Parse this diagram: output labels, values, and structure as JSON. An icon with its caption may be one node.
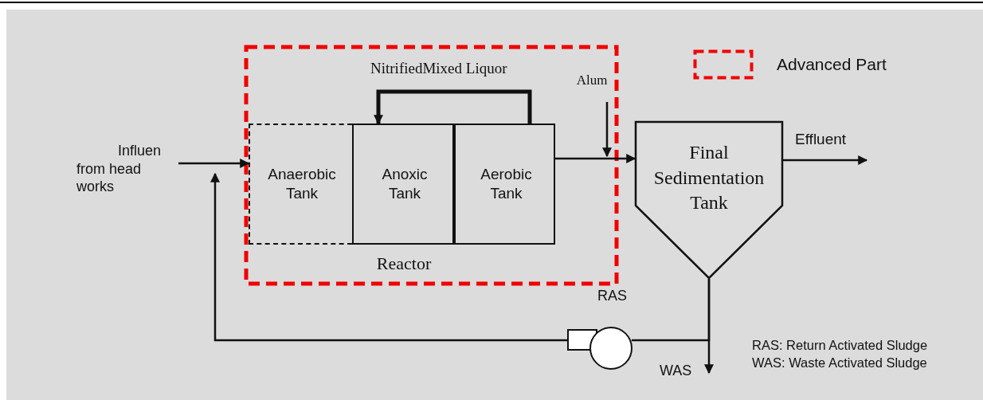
{
  "diagram": {
    "nodes": [
      {
        "text": [
          "Reactor"
        ]
      },
      {
        "text": [
          "Anaerobic Tank"
        ],
        "in": 0
      },
      {
        "text": [
          "Anoxic Tank"
        ],
        "in": 0
      },
      {
        "text": [
          "Aerobic Tank"
        ],
        "in": 0
      },
      {
        "text": [
          "Final Sedimentation Tank"
        ]
      },
      {
        "text": [
          "Influen from head works"
        ]
      },
      {
        "text": [
          "Alum"
        ],
        "in": 0
      },
      {
        "text": [],
        "shape": "circle"
      }
    ],
    "edges": [
      {
        "from": 5,
        "to": 1,
        "arrow": "to"
      },
      {
        "from": 3,
        "to": 2,
        "arrow": "to",
        "label": "NitrifiedMixed Liquor",
        "style": "thick"
      },
      {
        "from": 3,
        "to": 4,
        "arrow": "to"
      },
      {
        "from": 6,
        "to": 0,
        "arrow": "to"
      },
      {
        "from": 4,
        "to": null,
        "arrow": "to",
        "label": "Effluent"
      },
      {
        "from": 4,
        "to": 7,
        "arrow": "none",
        "label": "RAS"
      },
      {
        "from": 7,
        "to": null,
        "arrow": "to"
      },
      {
        "from": 4,
        "to": null,
        "arrow": "to",
        "label": "WAS"
      }
    ],
    "labels": [
      "RAS: Return Activated Sludge",
      "WAS: Waste Activated Sludge"
    ],
    "legend": [
      {
        "text": "Advanced Part"
      }
    ]
  }
}
